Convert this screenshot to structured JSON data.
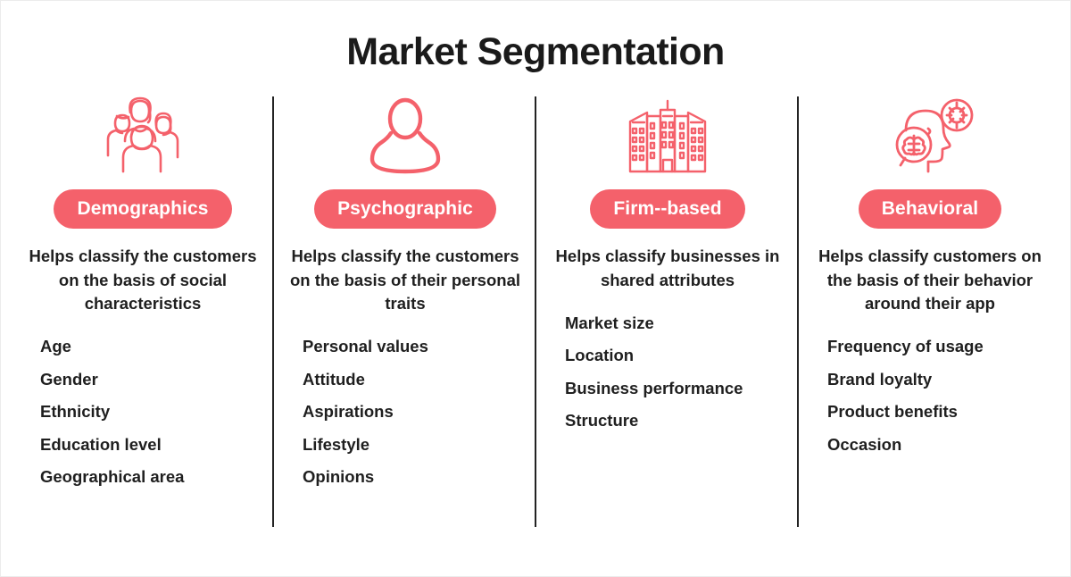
{
  "page": {
    "title": "Market Segmentation",
    "accent_color": "#F4616B",
    "text_color": "#1f1f1f",
    "background_color": "#ffffff",
    "divider_color": "#232323"
  },
  "columns": [
    {
      "icon": "group-of-people-icon",
      "badge_label": "Demographics",
      "description": "Helps classify the customers on the basis of social characteristics",
      "items": [
        "Age",
        "Gender",
        "Ethnicity",
        "Education level",
        "Geographical area"
      ]
    },
    {
      "icon": "single-person-icon",
      "badge_label": "Psychographic",
      "description": "Helps classify the customers on the basis of their personal traits",
      "items": [
        "Personal values",
        "Attitude",
        "Aspirations",
        "Lifestyle",
        "Opinions"
      ]
    },
    {
      "icon": "office-buildings-icon",
      "badge_label": "Firm--based",
      "description": "Helps classify businesses in shared attributes",
      "items": [
        "Market size",
        "Location",
        "Business performance",
        "Structure"
      ]
    },
    {
      "icon": "head-brain-gear-icon",
      "badge_label": "Behavioral",
      "description": "Helps classify customers on the basis of their behavior around their app",
      "items": [
        "Frequency of usage",
        "Brand loyalty",
        "Product benefits",
        "Occasion"
      ]
    }
  ]
}
